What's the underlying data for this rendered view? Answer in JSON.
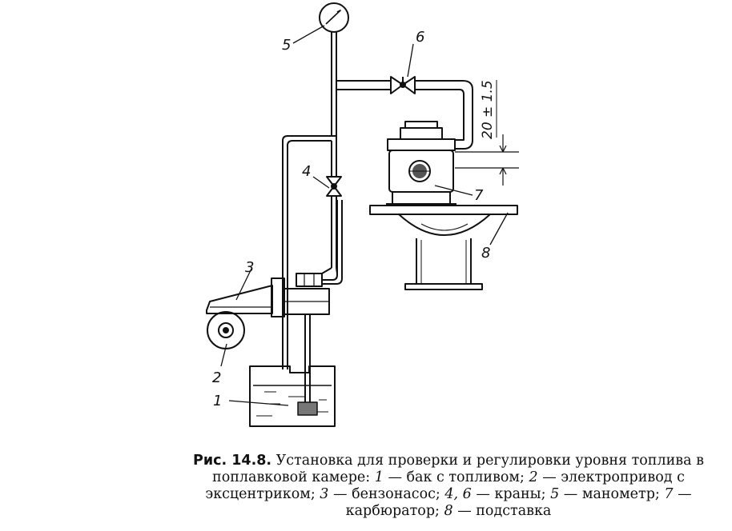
{
  "labels": {
    "tank": "1",
    "drive": "2",
    "pump": "3",
    "valve_4": "4",
    "gauge": "5",
    "valve_6": "6",
    "carburetor": "7",
    "stand": "8",
    "dimension": "20 ± 1.5"
  },
  "caption": {
    "prefix": "Рис. 14.8.",
    "text": " Установка для проверки и регулировки уровня топлива в поплавковой камере: ",
    "items": [
      {
        "num": "1",
        "text": " — бак с топливом; "
      },
      {
        "num": "2",
        "text": " — электропривод с эксцентриком; "
      },
      {
        "num": "3",
        "text": " — бензонасос; "
      },
      {
        "num": "4, 6",
        "text": " — краны; "
      },
      {
        "num": "5",
        "text": " — манометр; "
      },
      {
        "num": "7",
        "text": " — карбюратор; "
      },
      {
        "num": "8",
        "text": " — подставка"
      }
    ]
  }
}
